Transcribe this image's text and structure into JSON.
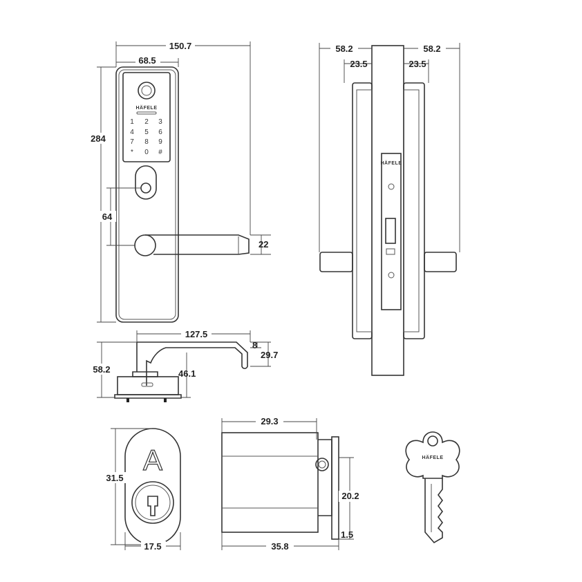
{
  "front_view": {
    "dims": {
      "total_width": "150.7",
      "plate_width": "68.5",
      "height": "284",
      "cylinder_to_lever": "64",
      "lever_thickness": "22"
    },
    "brand": "HÄFELE",
    "keypad": [
      "1",
      "2",
      "3",
      "4",
      "5",
      "6",
      "7",
      "8",
      "9",
      "*",
      "0",
      "#"
    ]
  },
  "side_view": {
    "dims": {
      "left_depth": "58.2",
      "right_depth": "58.2",
      "left_plate": "23.5",
      "right_plate": "23.5"
    },
    "brand": "HÄFELE"
  },
  "top_view": {
    "dims": {
      "lever_length": "127.5",
      "height": "58.2",
      "lever_end": "8",
      "lever_drop": "29.7",
      "base_to_lever": "46.1"
    }
  },
  "cylinder_front": {
    "dims": {
      "height": "31.5",
      "width": "17.5"
    },
    "letter": "A"
  },
  "cylinder_side": {
    "dims": {
      "body_length": "29.3",
      "total_length": "35.8",
      "flange_height": "20.2",
      "flange_thickness": "1.5"
    }
  },
  "key": {
    "brand": "HÄFELE"
  }
}
